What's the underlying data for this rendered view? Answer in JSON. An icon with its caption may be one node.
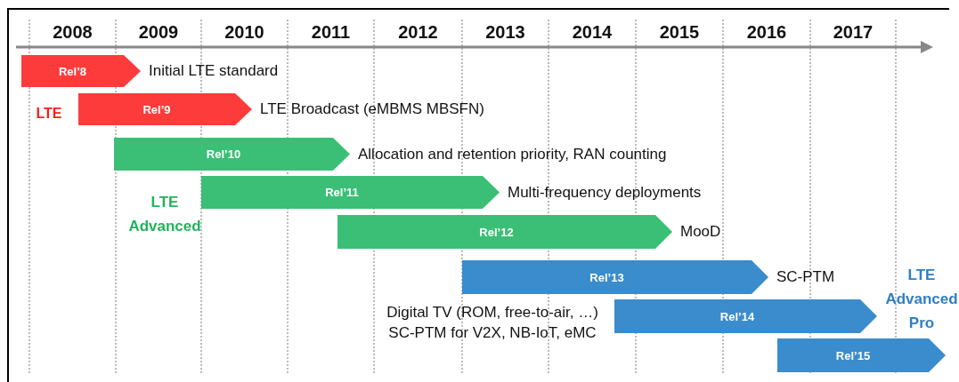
{
  "diagram": {
    "nodes": [
      {
        "text": [
          "Rel’8"
        ],
        "beside": [
          "Initial LTE standard"
        ]
      },
      {
        "text": [
          "Rel’9"
        ],
        "beside": [
          "LTE Broadcast (eMBMS MBSFN)"
        ]
      },
      {
        "text": [
          "Rel’10"
        ],
        "beside": [
          "Allocation and retention priority, RAN counting"
        ]
      },
      {
        "text": [
          "Rel’11"
        ],
        "beside": [
          "Multi-frequency deployments"
        ]
      },
      {
        "text": [
          "Rel’12"
        ],
        "beside": [
          "MooD"
        ]
      },
      {
        "text": [
          "Rel’13"
        ],
        "beside": [
          "SC-PTM"
        ]
      },
      {
        "text": [
          "Rel’14"
        ]
      },
      {
        "text": [
          "Rel’15"
        ]
      }
    ],
    "labels": [
      "2008",
      "2009",
      "2010",
      "2011",
      "2012",
      "2013",
      "2014",
      "2015",
      "2016",
      "2017",
      "LTE",
      "LTE Advanced",
      "LTE Advanced Pro",
      "Digital TV (ROM, free-to-air, …) SC-PTM for V2X, NB-IoT, eMC"
    ]
  }
}
